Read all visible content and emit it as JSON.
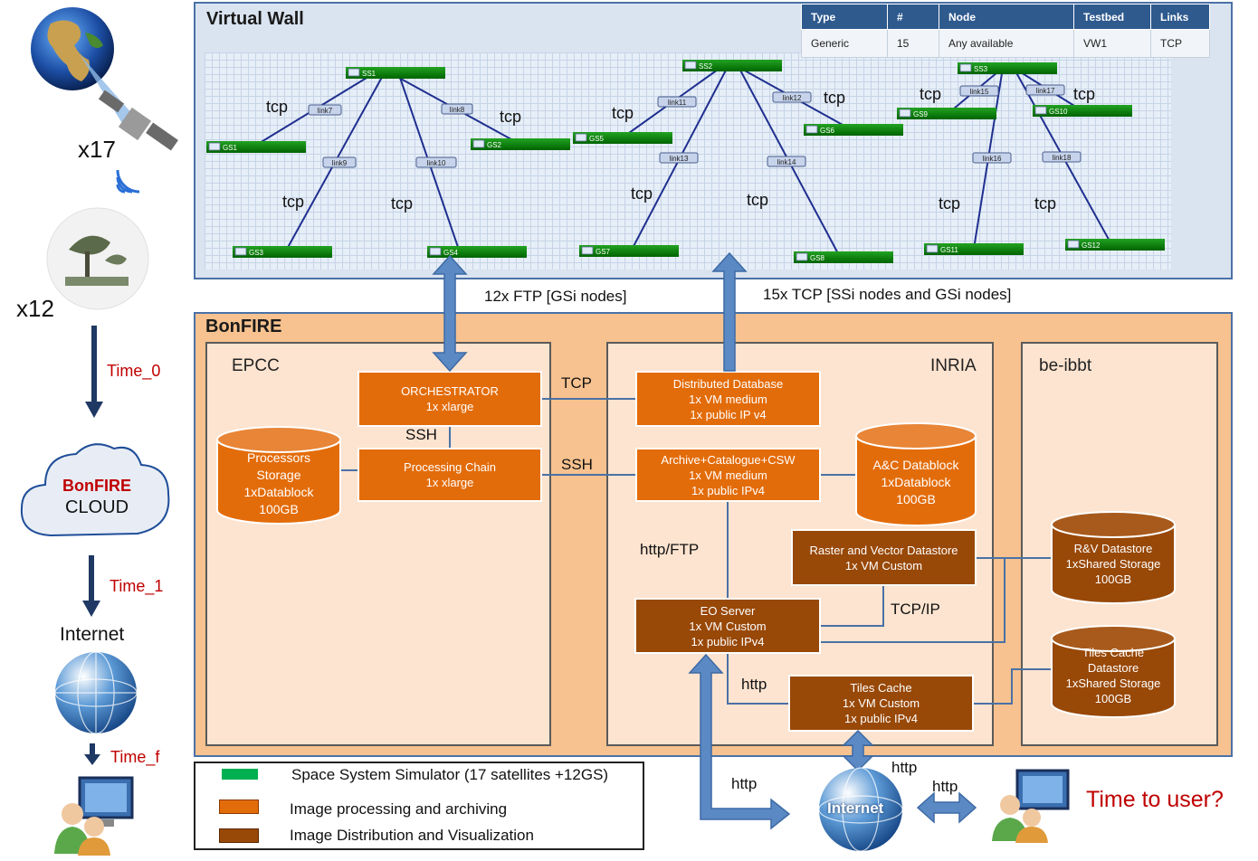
{
  "virtual_wall": {
    "title": "Virtual Wall",
    "table_headers": [
      "Type",
      "#",
      "Node",
      "Testbed",
      "Links"
    ],
    "table_row": [
      "Generic",
      "15",
      "Any available",
      "VW1",
      "TCP"
    ],
    "nodes": [
      "SS1",
      "SS2",
      "SS3",
      "GS1",
      "GS2",
      "GS3",
      "GS4",
      "GS5",
      "GS6",
      "GS7",
      "GS8",
      "GS9",
      "GS10",
      "GS11",
      "GS12"
    ],
    "links": [
      "link7",
      "link8",
      "link9",
      "link10",
      "link11",
      "link12",
      "link13",
      "link14",
      "link15",
      "link16",
      "link17",
      "link18"
    ],
    "tcp_label": "tcp"
  },
  "connections": {
    "ftp_label": "12x FTP [GSi nodes]",
    "tcp_label": "15x TCP [SSi nodes and GSi nodes]"
  },
  "bonfire": {
    "title": "BonFIRE",
    "epcc": {
      "title": "EPCC",
      "orchestrator": [
        "ORCHESTRATOR",
        "1x xlarge"
      ],
      "processing_chain": [
        "Processing Chain",
        "1x xlarge"
      ],
      "processors_storage": [
        "Processors",
        "Storage",
        "1xDatablock",
        "100GB"
      ]
    },
    "inria": {
      "title": "INRIA",
      "distributed_db": [
        "Distributed Database",
        "1x VM medium",
        "1x public IP v4"
      ],
      "archive": [
        "Archive+Catalogue+CSW",
        "1x VM medium",
        "1x public IPv4"
      ],
      "ac_datablock": [
        "A&C Datablock",
        "1xDatablock",
        "100GB"
      ],
      "raster_vector": [
        "Raster and Vector Datastore",
        "1x VM Custom"
      ],
      "eo_server": [
        "EO Server",
        "1x  VM Custom",
        "1x public IPv4"
      ],
      "tiles_cache": [
        "Tiles  Cache",
        "1x  VM Custom",
        "1x public IPv4"
      ]
    },
    "beibbt": {
      "title": "be-ibbt",
      "rv_datastore": [
        "R&V Datastore",
        "1xShared Storage",
        "100GB"
      ],
      "tiles_datastore": [
        "Tiles Cache",
        "Datastore",
        "1xShared Storage",
        "100GB"
      ]
    },
    "edge_labels": {
      "tcp": "TCP",
      "ssh1": "SSH",
      "ssh2": "SSH",
      "http_ftp": "http/FTP",
      "tcp_ip": "TCP/IP",
      "http_inner": "http"
    }
  },
  "left_flow": {
    "x17": "x17",
    "x12": "x12",
    "cloud_brand": "BonFIRE",
    "cloud_label": "CLOUD",
    "time0": "Time_0",
    "time1": "Time_1",
    "timef": "Time_f",
    "internet": "Internet"
  },
  "bottom": {
    "http1": "http",
    "http2": "http",
    "http3": "http",
    "internet": "Internet",
    "time_to_user": "Time to user?"
  },
  "legend": {
    "items": [
      {
        "label": "Space System Simulator (17 satellites +12GS)",
        "color": "#00b050"
      },
      {
        "label": "Image processing and archiving",
        "color": "#e36c0a"
      },
      {
        "label": "Image Distribution and Visualization",
        "color": "#984807"
      }
    ]
  },
  "colors": {
    "node_green": "#008a00",
    "orange": "#e36c0a",
    "brown": "#984807",
    "blue_line": "#4a71a6",
    "red": "#c00000"
  }
}
